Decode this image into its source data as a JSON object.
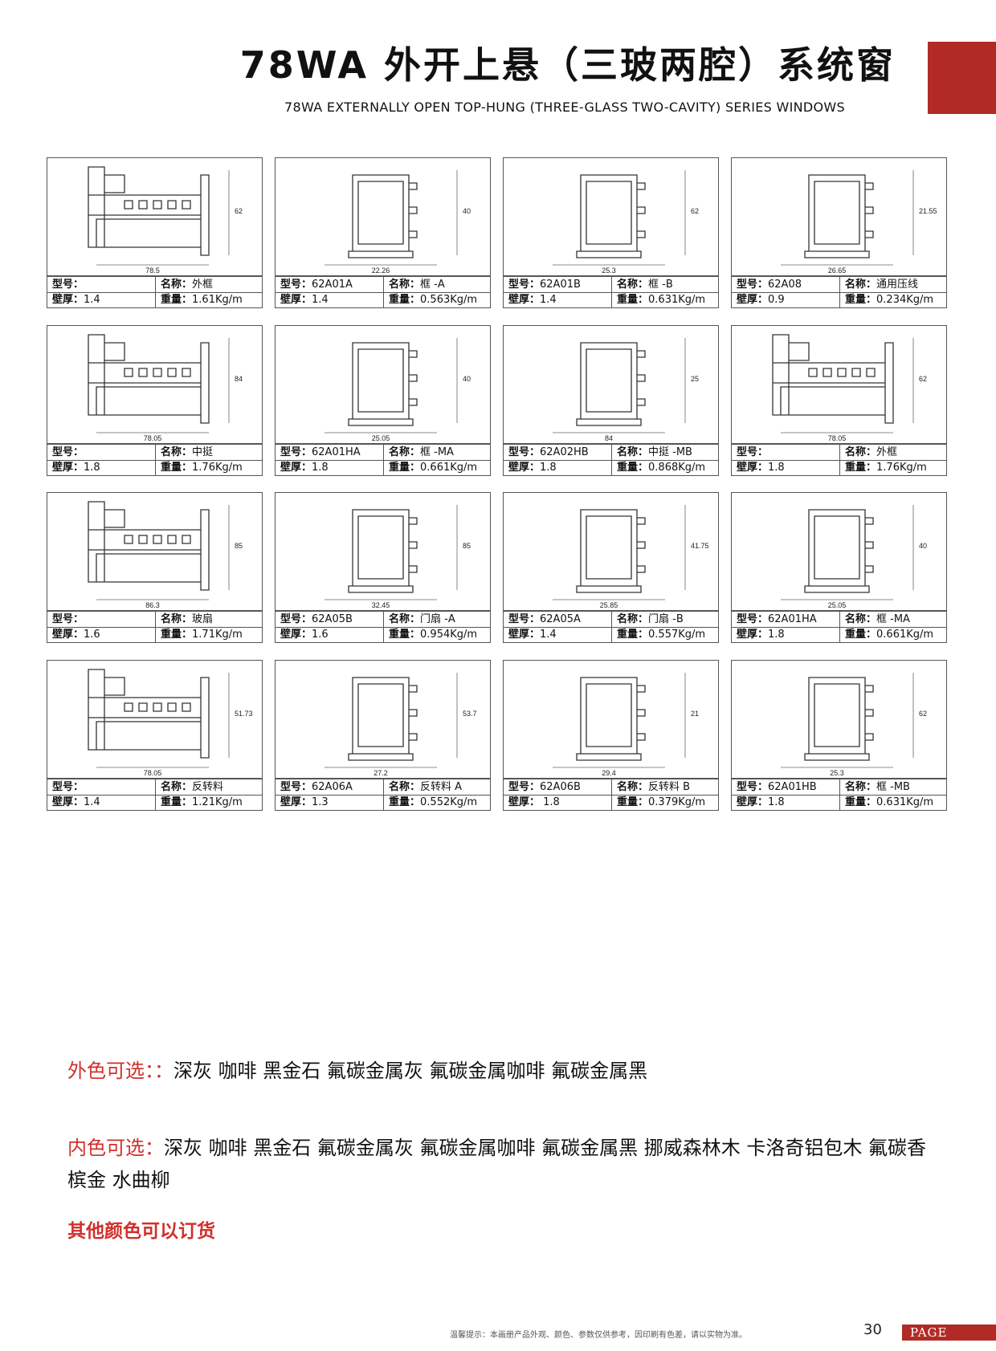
{
  "header": {
    "title": "78WA 外开上悬（三玻两腔）系统窗",
    "subtitle": "78WA EXTERNALLY OPEN TOP-HUNG (THREE-GLASS TWO-CAVITY) SERIES WINDOWS",
    "accent_color": "#b22a25"
  },
  "labels": {
    "model": "型号：",
    "name": "名称：",
    "thickness": "壁厚：",
    "weight": "重量："
  },
  "profiles": [
    {
      "model": "",
      "name": "外框",
      "thickness": "1.4",
      "weight": "1.61Kg/m",
      "dims": [
        "62",
        "78.5"
      ]
    },
    {
      "model": "62A01A",
      "name": "框 -A",
      "thickness": "1.4",
      "weight": "0.563Kg/m",
      "dims": [
        "40",
        "22.26"
      ]
    },
    {
      "model": "62A01B",
      "name": "框 -B",
      "thickness": "1.4",
      "weight": "0.631Kg/m",
      "dims": [
        "62",
        "25.3"
      ]
    },
    {
      "model": "62A08",
      "name": "通用压线",
      "thickness": "0.9",
      "weight": "0.234Kg/m",
      "dims": [
        "21.55",
        "26.65"
      ]
    },
    {
      "model": "",
      "name": "中挺",
      "thickness": "1.8",
      "weight": "1.76Kg/m",
      "dims": [
        "84",
        "78.05"
      ]
    },
    {
      "model": "62A01HA",
      "name": "框 -MA",
      "thickness": "1.8",
      "weight": "0.661Kg/m",
      "dims": [
        "40",
        "25.05"
      ]
    },
    {
      "model": "62A02HB",
      "name": "中挺 -MB",
      "thickness": "1.8",
      "weight": "0.868Kg/m",
      "dims": [
        "25",
        "84"
      ]
    },
    {
      "model": "",
      "name": "外框",
      "thickness": "1.8",
      "weight": "1.76Kg/m",
      "dims": [
        "62",
        "78.05"
      ]
    },
    {
      "model": "",
      "name": "玻扇",
      "thickness": "1.6",
      "weight": "1.71Kg/m",
      "dims": [
        "85",
        "86.3"
      ]
    },
    {
      "model": "62A05B",
      "name": "门扇 -A",
      "thickness": "1.6",
      "weight": "0.954Kg/m",
      "dims": [
        "85",
        "32.45"
      ]
    },
    {
      "model": "62A05A",
      "name": "门扇 -B",
      "thickness": "1.4",
      "weight": "0.557Kg/m",
      "dims": [
        "41.75",
        "25.85"
      ]
    },
    {
      "model": "62A01HA",
      "name": "框 -MA",
      "thickness": "1.8",
      "weight": "0.661Kg/m",
      "dims": [
        "40",
        "25.05"
      ]
    },
    {
      "model": "",
      "name": "反转料",
      "thickness": "1.4",
      "weight": "1.21Kg/m",
      "dims": [
        "51.73",
        "78.05"
      ]
    },
    {
      "model": "62A06A",
      "name": "反转料 A",
      "thickness": "1.3",
      "weight": "0.552Kg/m",
      "dims": [
        "53.7",
        "27.2"
      ]
    },
    {
      "model": "62A06B",
      "name": "反转料 B",
      "thickness": "  1.8",
      "weight": "0.379Kg/m",
      "dims": [
        "21",
        "29.4"
      ]
    },
    {
      "model": "62A01HB",
      "name": "框 -MB",
      "thickness": "1.8",
      "weight": "0.631Kg/m",
      "dims": [
        "62",
        "25.3"
      ]
    }
  ],
  "colors": {
    "outer_label": "外色可选：：",
    "outer_values": "深灰 咖啡 黑金石 氟碳金属灰 氟碳金属咖啡 氟碳金属黑",
    "inner_label": "内色可选：",
    "inner_values": "深灰 咖啡 黑金石 氟碳金属灰 氟碳金属咖啡 氟碳金属黑 挪威森林木 卡洛奇铝包木 氟碳香槟金 水曲柳",
    "note": "其他颜色可以订货",
    "label_color": "#d0302b"
  },
  "footer": {
    "tip": "温馨提示：本画册产品外观、颜色、参数仅供参考，因印刷有色差，请以实物为准。",
    "page_number": "30",
    "page_label": "PAGE"
  }
}
